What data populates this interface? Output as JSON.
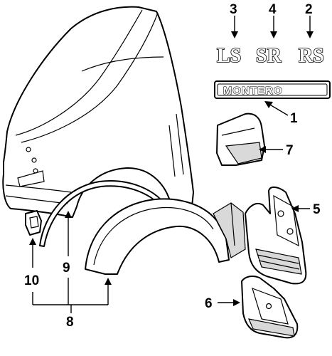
{
  "callouts": {
    "c1": "1",
    "c2": "2",
    "c3": "3",
    "c4": "4",
    "c5": "5",
    "c6": "6",
    "c7": "7",
    "c8": "8",
    "c9": "9",
    "c10": "10"
  },
  "badges": {
    "ls": "LS",
    "sr": "SR",
    "rs": "RS",
    "nameplate": "MONTERO"
  }
}
